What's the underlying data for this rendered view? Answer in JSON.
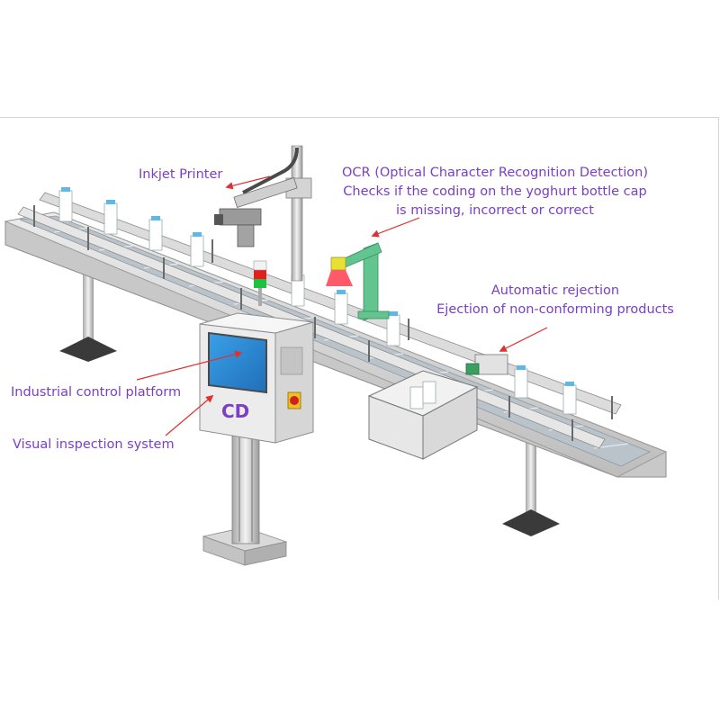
{
  "labels": {
    "inkjet": "Inkjet Printer",
    "ocr_line1": "OCR (Optical Character Recognition Detection)",
    "ocr_line2": "Checks if the coding on the yoghurt bottle cap",
    "ocr_line3": "is missing, incorrect or correct",
    "rejection_line1": "Automatic rejection",
    "rejection_line2": "Ejection of non-conforming products",
    "control_platform": "Industrial control platform",
    "visual_inspection": "Visual inspection system"
  },
  "colors": {
    "label_text": "#7a3fc4",
    "arrow": "#e03030",
    "frame_metal": "#d8d8d8",
    "frame_dark": "#a9a9a9",
    "belt": "#b9c3c9",
    "screen": "#2d8ed8",
    "ocr_arm": "#62c48e",
    "ocr_head": "#e9e036",
    "ocr_light": "#ff5a6a",
    "signal_red": "#e02020",
    "signal_green": "#20c040"
  }
}
